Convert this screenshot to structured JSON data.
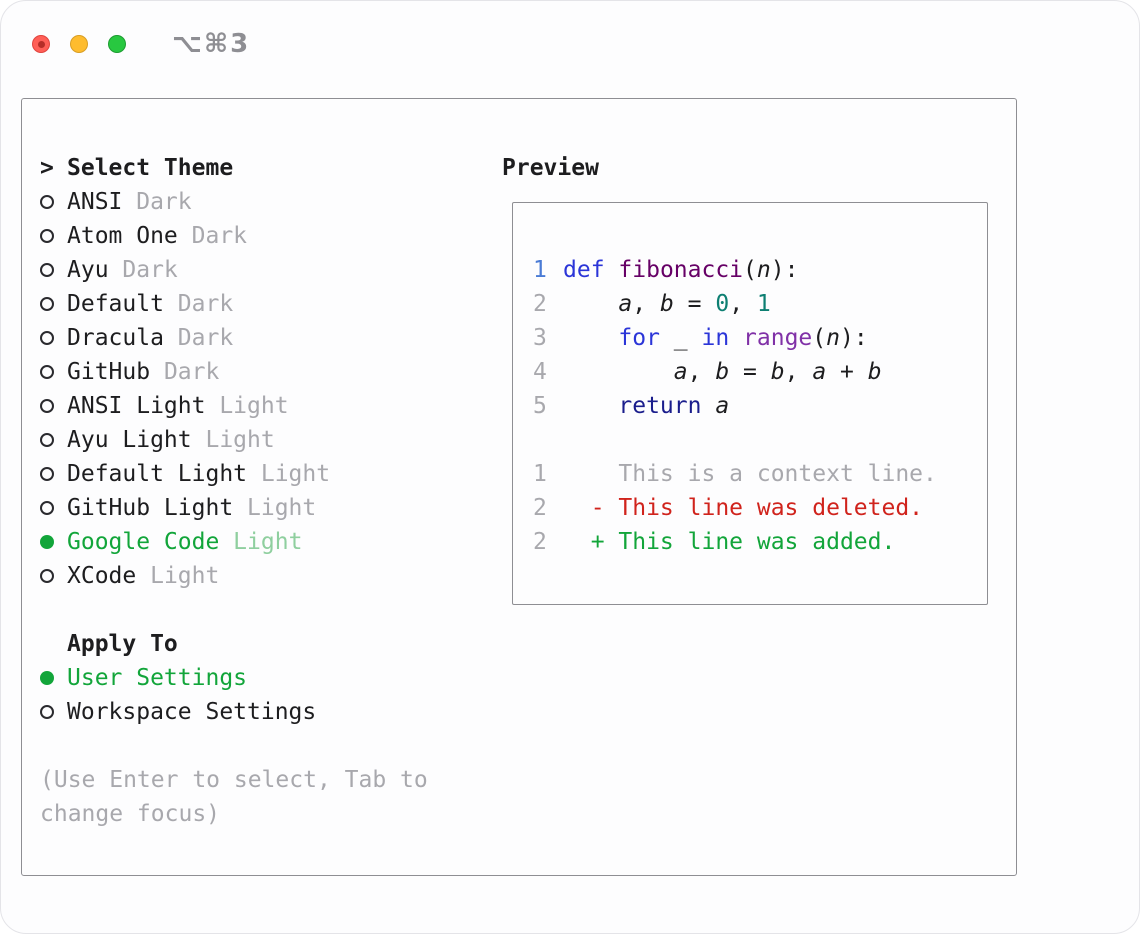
{
  "window": {
    "shortcut": "⌥⌘3"
  },
  "theme_panel": {
    "title_prefix": ">",
    "title": "Select Theme",
    "themes": [
      {
        "name": "ANSI",
        "variant": "Dark",
        "selected": false
      },
      {
        "name": "Atom One",
        "variant": "Dark",
        "selected": false
      },
      {
        "name": "Ayu",
        "variant": "Dark",
        "selected": false
      },
      {
        "name": "Default",
        "variant": "Dark",
        "selected": false
      },
      {
        "name": "Dracula",
        "variant": "Dark",
        "selected": false
      },
      {
        "name": "GitHub",
        "variant": "Dark",
        "selected": false
      },
      {
        "name": "ANSI Light",
        "variant": "Light",
        "selected": false
      },
      {
        "name": "Ayu Light",
        "variant": "Light",
        "selected": false
      },
      {
        "name": "Default Light",
        "variant": "Light",
        "selected": false
      },
      {
        "name": "GitHub Light",
        "variant": "Light",
        "selected": false
      },
      {
        "name": "Google Code",
        "variant": "Light",
        "selected": true
      },
      {
        "name": "XCode",
        "variant": "Light",
        "selected": false
      }
    ],
    "apply_to": {
      "title": "Apply To",
      "options": [
        {
          "label": "User Settings",
          "selected": true
        },
        {
          "label": "Workspace Settings",
          "selected": false
        }
      ]
    },
    "hint": "(Use Enter to select, Tab to change focus)"
  },
  "preview": {
    "title": "Preview",
    "code_lines": [
      {
        "num": "1",
        "num_color": "lineno_active",
        "segments": [
          {
            "t": "def",
            "c": "keyword"
          },
          {
            "t": " "
          },
          {
            "t": "fibonacci",
            "c": "func"
          },
          {
            "t": "("
          },
          {
            "t": "n",
            "i": true
          },
          {
            "t": "):"
          }
        ]
      },
      {
        "num": "2",
        "segments": [
          {
            "t": "    "
          },
          {
            "t": "a",
            "i": true
          },
          {
            "t": ", "
          },
          {
            "t": "b",
            "i": true
          },
          {
            "t": " = "
          },
          {
            "t": "0",
            "c": "literal"
          },
          {
            "t": ", "
          },
          {
            "t": "1",
            "c": "literal"
          }
        ]
      },
      {
        "num": "3",
        "segments": [
          {
            "t": "    "
          },
          {
            "t": "for",
            "c": "keyword"
          },
          {
            "t": " _ "
          },
          {
            "t": "in",
            "c": "keyword"
          },
          {
            "t": " "
          },
          {
            "t": "range",
            "c": "type"
          },
          {
            "t": "("
          },
          {
            "t": "n",
            "i": true
          },
          {
            "t": "):"
          }
        ]
      },
      {
        "num": "4",
        "segments": [
          {
            "t": "        "
          },
          {
            "t": "a",
            "i": true
          },
          {
            "t": ", "
          },
          {
            "t": "b",
            "i": true
          },
          {
            "t": " = "
          },
          {
            "t": "b",
            "i": true
          },
          {
            "t": ", "
          },
          {
            "t": "a",
            "i": true
          },
          {
            "t": " + "
          },
          {
            "t": "b",
            "i": true
          }
        ]
      },
      {
        "num": "5",
        "segments": [
          {
            "t": "    "
          },
          {
            "t": "return",
            "c": "keyword2"
          },
          {
            "t": " "
          },
          {
            "t": "a",
            "i": true
          }
        ]
      }
    ],
    "diff_lines": [
      {
        "num": "1",
        "segments": [
          {
            "t": "    This is a context line.",
            "c": "context"
          }
        ]
      },
      {
        "num": "2",
        "segments": [
          {
            "t": "  - This line was deleted.",
            "c": "deleted"
          }
        ]
      },
      {
        "num": "2",
        "segments": [
          {
            "t": "  + This line was added.",
            "c": "added"
          }
        ]
      }
    ]
  },
  "colors": {
    "accent_green": "#12a53a",
    "selected_variant_green": "#8fcf9f",
    "muted": "#a8a8ad",
    "code": {
      "plain": "#1d1d1f",
      "keyword": "#2b35d8",
      "keyword2": "#1a1d8c",
      "func": "#660066",
      "type": "#8031a7",
      "literal": "#0d7f72",
      "lineno": "#a8a8ad",
      "lineno_active": "#4a7bd5",
      "context": "#a8a8ad",
      "deleted": "#d0231c",
      "added": "#12a53a"
    }
  }
}
